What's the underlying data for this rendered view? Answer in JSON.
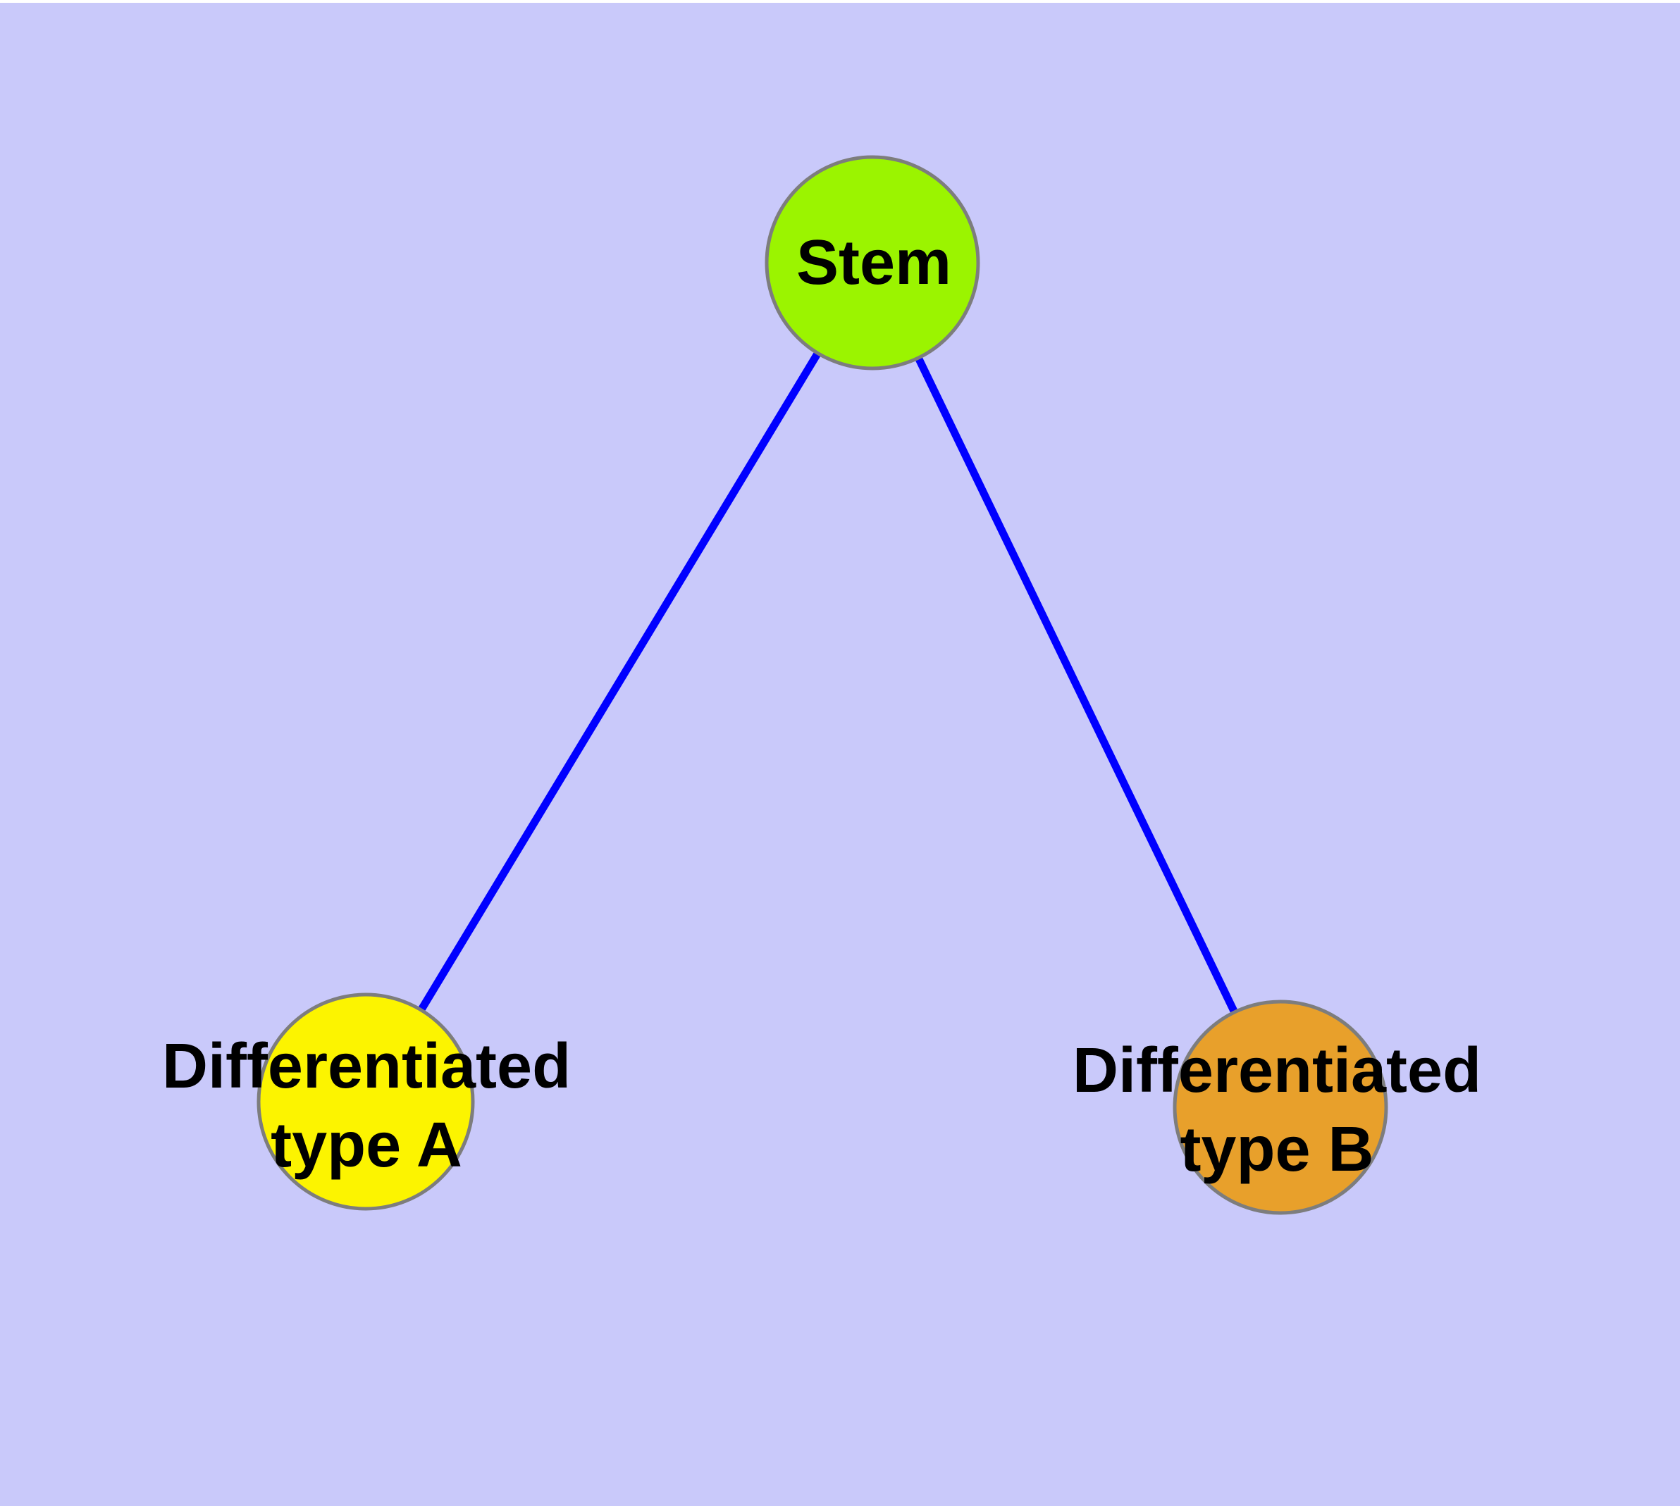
{
  "diagram": {
    "background_color": "#C9C9FA",
    "edge_color": "#0000FF",
    "edge_width": "11",
    "node_border_color": "#7D7D7D",
    "node_border_width": "5",
    "nodes": [
      {
        "id": "stem",
        "label": "Stem",
        "fill": "#9BF400"
      },
      {
        "id": "type-a",
        "label": "Differentiated\ntype A",
        "fill": "#FCF400"
      },
      {
        "id": "type-b",
        "label": "Differentiated\ntype B",
        "fill": "#E8A02B"
      }
    ],
    "edges": [
      {
        "from": "stem",
        "to": "type-a"
      },
      {
        "from": "stem",
        "to": "type-b"
      }
    ]
  }
}
